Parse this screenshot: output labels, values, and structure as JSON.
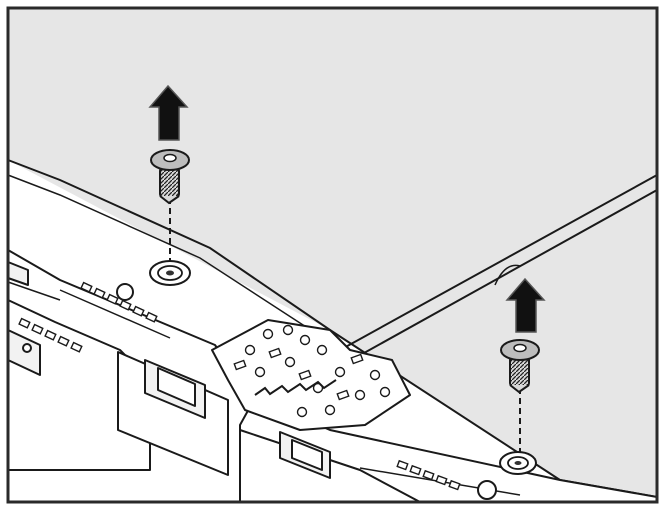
{
  "figure": {
    "kind": "technical-line-drawing",
    "steps": [
      {
        "action": "remove-screw",
        "direction": "up",
        "icon": "arrow-up-icon"
      },
      {
        "action": "remove-screw",
        "direction": "up",
        "icon": "arrow-up-icon"
      }
    ]
  },
  "colors": {
    "border": "#2a2a2a",
    "top_cover": "#e6e6e6",
    "line": "#1a1a1a",
    "panel": "#ffffff",
    "arrow": "#111111",
    "screw_head": "#bdbdbd",
    "screw_shank": "#3a3a3a"
  }
}
